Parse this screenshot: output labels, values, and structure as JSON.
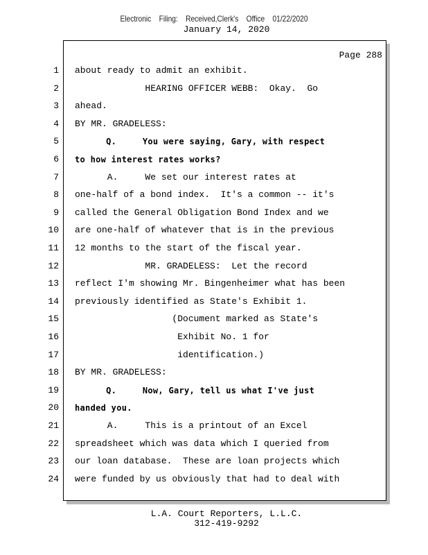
{
  "header": {
    "filing_stamp": "Electronic Filing: Received,Clerk's Office 01/22/2020",
    "date": "January 14, 2020"
  },
  "page_label": "Page 288",
  "lines": [
    {
      "n": "1",
      "text": "about ready to admit an exhibit.",
      "bold": false
    },
    {
      "n": "2",
      "text": "             HEARING OFFICER WEBB:  Okay.  Go",
      "bold": false
    },
    {
      "n": "3",
      "text": "ahead.",
      "bold": false
    },
    {
      "n": "4",
      "text": "BY MR. GRADELESS:",
      "bold": false
    },
    {
      "n": "5",
      "text": "      Q.     You were saying, Gary, with respect",
      "bold": true
    },
    {
      "n": "6",
      "text": "to how interest rates works?",
      "bold": true
    },
    {
      "n": "7",
      "text": "      A.     We set our interest rates at",
      "bold": false
    },
    {
      "n": "8",
      "text": "one-half of a bond index.  It's a common -- it's",
      "bold": false
    },
    {
      "n": "9",
      "text": "called the General Obligation Bond Index and we",
      "bold": false
    },
    {
      "n": "10",
      "text": "are one-half of whatever that is in the previous",
      "bold": false
    },
    {
      "n": "11",
      "text": "12 months to the start of the fiscal year.",
      "bold": false
    },
    {
      "n": "12",
      "text": "             MR. GRADELESS:  Let the record",
      "bold": false
    },
    {
      "n": "13",
      "text": "reflect I'm showing Mr. Bingenheimer what has been",
      "bold": false
    },
    {
      "n": "14",
      "text": "previously identified as State's Exhibit 1.",
      "bold": false
    },
    {
      "n": "15",
      "text": "                  (Document marked as State's",
      "bold": false
    },
    {
      "n": "16",
      "text": "                   Exhibit No. 1 for",
      "bold": false
    },
    {
      "n": "17",
      "text": "                   identification.)",
      "bold": false
    },
    {
      "n": "18",
      "text": "BY MR. GRADELESS:",
      "bold": false
    },
    {
      "n": "19",
      "text": "      Q.     Now, Gary, tell us what I've just",
      "bold": true
    },
    {
      "n": "20",
      "text": "handed you.",
      "bold": true
    },
    {
      "n": "21",
      "text": "      A.     This is a printout of an Excel",
      "bold": false
    },
    {
      "n": "22",
      "text": "spreadsheet which was data which I queried from",
      "bold": false
    },
    {
      "n": "23",
      "text": "our loan database.  These are loan projects which",
      "bold": false
    },
    {
      "n": "24",
      "text": "were funded by us obviously that had to deal with",
      "bold": false
    }
  ],
  "footer": {
    "company": "L.A. Court Reporters, L.L.C.",
    "phone": "312-419-9292"
  }
}
